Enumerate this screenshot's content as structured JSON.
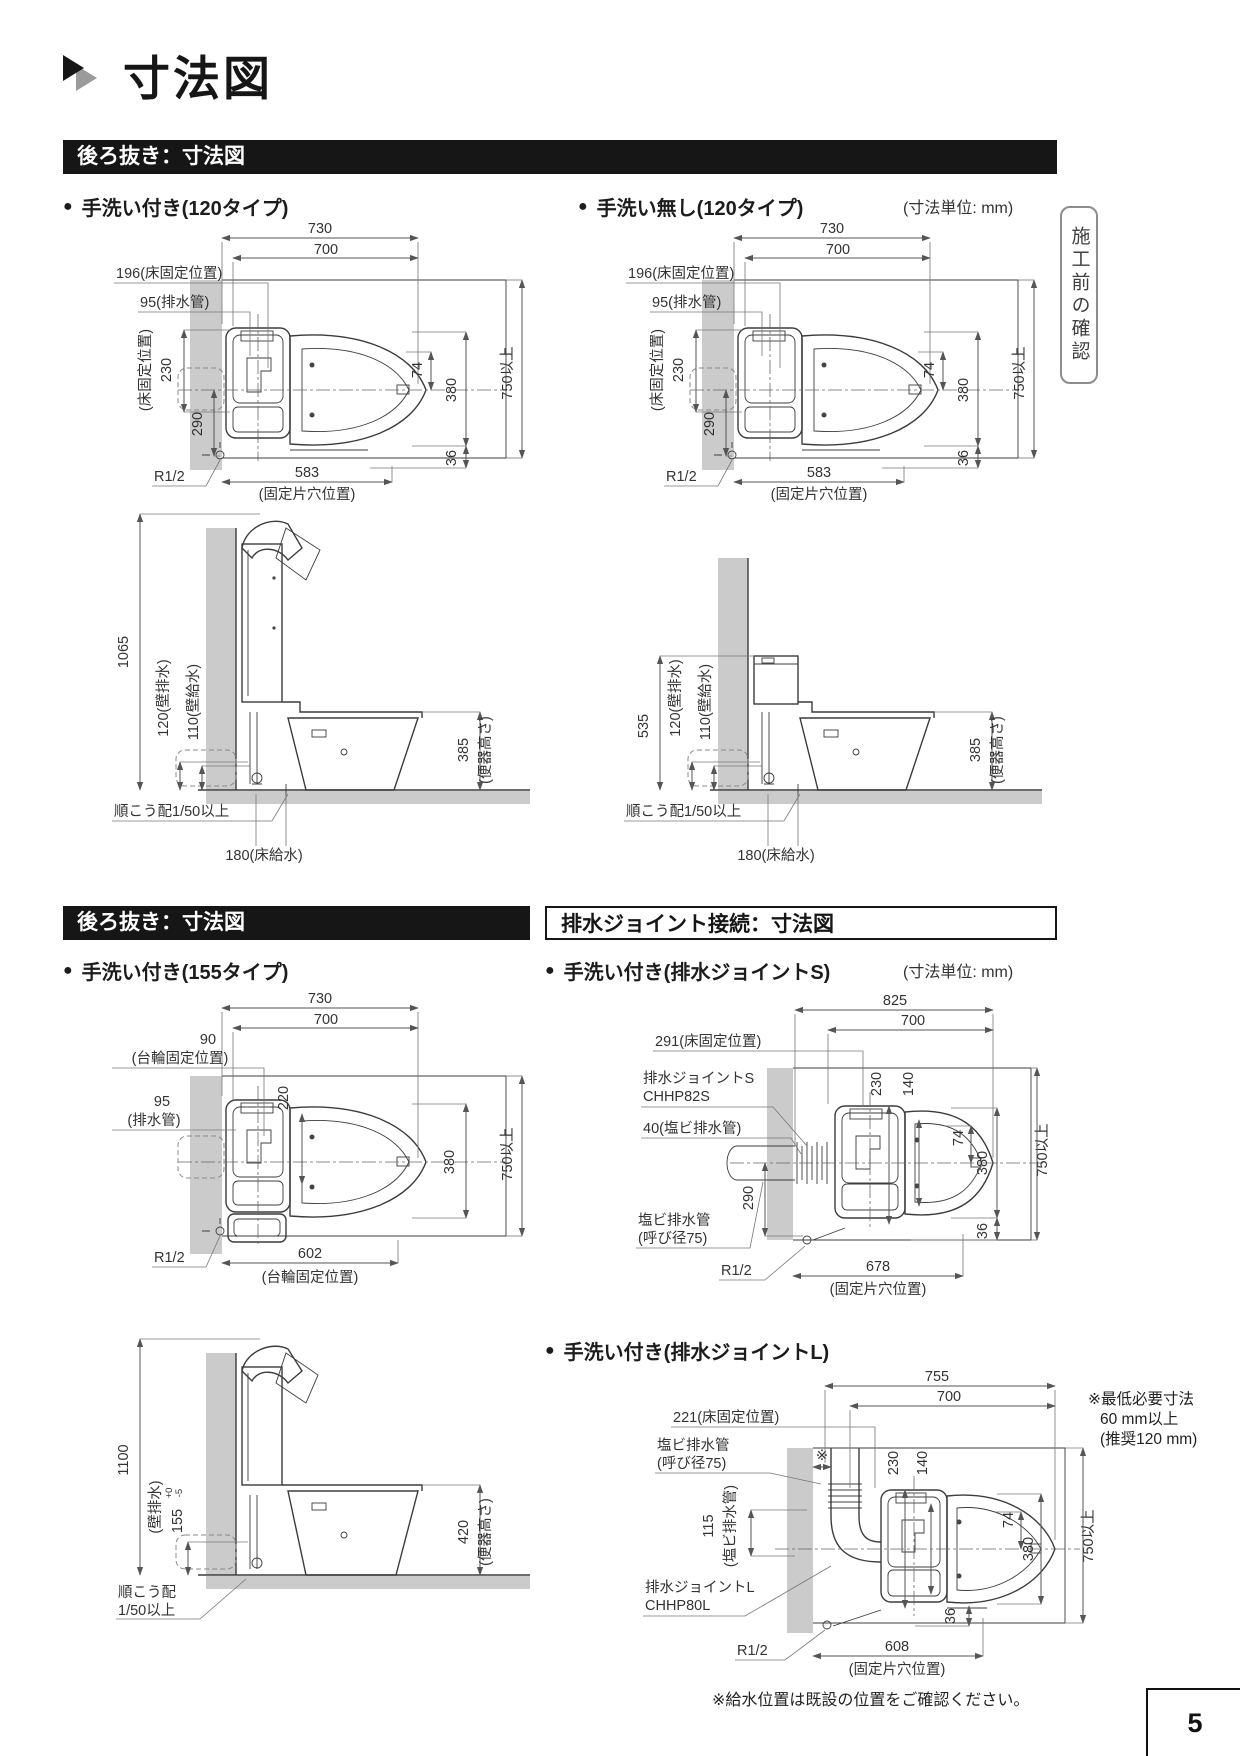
{
  "page": {
    "title": "寸法図",
    "bullet": "●",
    "unit_note": "(寸法単位: mm)",
    "side_tab": "施工前の確認",
    "footer_note": "※給水位置は既設の位置をご確認ください。",
    "page_number": "5"
  },
  "sections": {
    "rear_outlet_1": "後ろ抜き：寸法図",
    "rear_outlet_2": "後ろ抜き：寸法図",
    "drain_joint": "排水ジョイント接続：寸法図"
  },
  "diagrams": {
    "d1": {
      "title": "手洗い付き(120タイプ)",
      "labels": {
        "w730": "730",
        "w700": "700",
        "fix196": "196(床固定位置)",
        "drain95": "95(排水管)",
        "fix_note": "(床固定位置)",
        "v230": "230",
        "v290": "290",
        "r74": "74",
        "r380": "380",
        "r36": "36",
        "min750": "750以上",
        "thread": "R1/2",
        "b583": "583",
        "hole_note": "(固定片穴位置)"
      }
    },
    "d2": {
      "title": "手洗い無し(120タイプ)",
      "labels": {
        "w730": "730",
        "w700": "700",
        "fix196": "196(床固定位置)",
        "drain95": "95(排水管)",
        "fix_note": "(床固定位置)",
        "v230": "230",
        "v290": "290",
        "r74": "74",
        "r380": "380",
        "r36": "36",
        "min750": "750以上",
        "thread": "R1/2",
        "b583": "583",
        "hole_note": "(固定片穴位置)"
      }
    },
    "d1s": {
      "labels": {
        "h1065": "1065",
        "wall_drain": "120(壁排水)",
        "wall_supply": "110(壁給水)",
        "bowl385": "385",
        "bowl_note": "(便器高さ)",
        "slope": "順こう配1/50以上",
        "floor180": "180(床給水)"
      }
    },
    "d2s": {
      "labels": {
        "h535": "535",
        "wall_drain": "120(壁排水)",
        "wall_supply": "110(壁給水)",
        "bowl385": "385",
        "bowl_note": "(便器高さ)",
        "slope": "順こう配1/50以上",
        "floor180": "180(床給水)"
      }
    },
    "d4": {
      "title": "手洗い付き(155タイプ)",
      "labels": {
        "w730": "730",
        "w700": "700",
        "f90": "90",
        "f90_note": "(台輪固定位置)",
        "v220": "220",
        "drain95": "95",
        "drain95_note": "(排水管)",
        "r380": "380",
        "min750": "750以上",
        "thread": "R1/2",
        "b602": "602",
        "b602_note": "(台輪固定位置)"
      }
    },
    "d4s": {
      "labels": {
        "h1100": "1100",
        "w155": "155",
        "tol_plus": "+0",
        "tol_minus": "-5",
        "wall_note": "(壁排水)",
        "bowl420": "420",
        "bowl_note": "(便器高さ)",
        "slope1": "順こう配",
        "slope2": "1/50以上"
      }
    },
    "d5": {
      "title": "手洗い付き(排水ジョイントS)",
      "labels": {
        "w825": "825",
        "w700": "700",
        "fix291": "291(床固定位置)",
        "joint1": "排水ジョイントS",
        "joint2": "CHHP82S",
        "pvc40": "40(塩ビ排水管)",
        "v230": "230",
        "v140": "140",
        "v290": "290",
        "pvc1": "塩ビ排水管",
        "pvc2": "(呼び径75)",
        "r74": "74",
        "r380": "380",
        "r36": "36",
        "min750": "750以上",
        "thread": "R1/2",
        "b678": "678",
        "hole_note": "(固定片穴位置)"
      }
    },
    "d6": {
      "title": "手洗い付き(排水ジョイントL)",
      "labels": {
        "w755": "755",
        "w700": "700",
        "fix221": "221(床固定位置)",
        "pvc1": "塩ビ排水管",
        "pvc2": "(呼び径75)",
        "star": "※",
        "v115": "115",
        "v115_note": "(塩ビ排水管)",
        "joint1": "排水ジョイントL",
        "joint2": "CHHP80L",
        "v230": "230",
        "v140": "140",
        "r74": "74",
        "r380": "380",
        "r36": "36",
        "min750": "750以上",
        "thread": "R1/2",
        "b608": "608",
        "hole_note": "(固定片穴位置)",
        "note1": "※最低必要寸法",
        "note2": "60 mm以上",
        "note3": "(推奨120 mm)"
      }
    }
  }
}
